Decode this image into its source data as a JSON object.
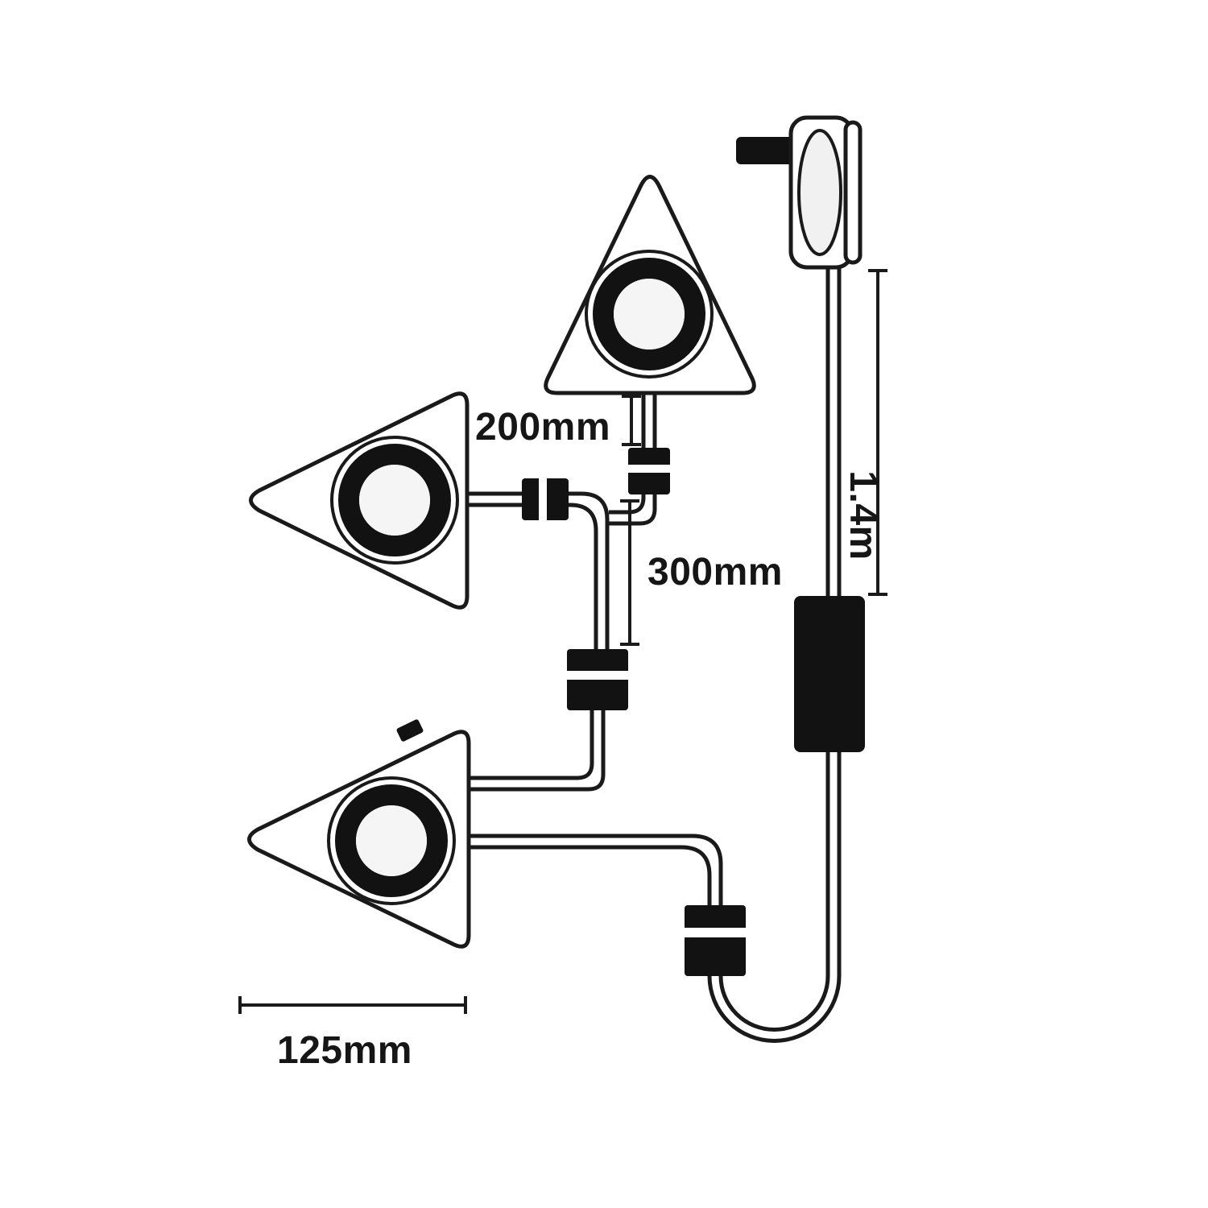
{
  "diagram": {
    "type": "under-cabinet-triangle-light-kit-wiring-diagram",
    "dimensions": {
      "spur_cable": "200mm",
      "link_cable": "300mm",
      "mains_cable": "1.4m",
      "light_width": "125mm"
    },
    "colors": {
      "line": "#1a1a1a",
      "background": "#ffffff",
      "component_fill": "#121212",
      "lamp_inner": "#f5f5f5"
    },
    "components": {
      "lights": 3,
      "connectors": 4,
      "driver": 1,
      "plug": 1
    }
  }
}
